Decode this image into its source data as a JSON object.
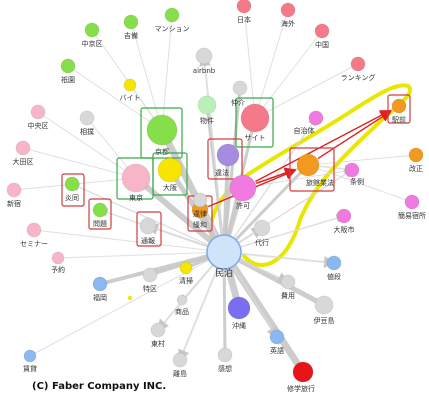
{
  "copyright": "(C) Faber Company INC.",
  "colors": {
    "center": "#cfe3fb",
    "edge": "#d8d8d8",
    "highlight_path": "#e9e600",
    "box_green": "#3aaa4a",
    "box_red": "#d03d3d",
    "arrow_red": "#e02020"
  },
  "nodes": [
    {
      "id": "minpaku",
      "label": "民泊",
      "color": "#cfe3fb",
      "role": "center"
    },
    {
      "id": "kyoto",
      "label": "京都",
      "color": "#86df4a",
      "box": "green"
    },
    {
      "id": "tokyo",
      "label": "東京",
      "color": "#f7b6c8",
      "box": "green"
    },
    {
      "id": "osaka",
      "label": "大阪",
      "color": "#f5e500",
      "box": "green"
    },
    {
      "id": "site",
      "label": "サイト",
      "color": "#f47a8a",
      "box": "green"
    },
    {
      "id": "ihou",
      "label": "違法",
      "color": "#a78bdf",
      "box": "red"
    },
    {
      "id": "kyoka",
      "label": "許可",
      "color": "#f07ae0"
    },
    {
      "id": "ryokan",
      "label": "旅館業法",
      "color": "#f29a1f",
      "box": "red"
    },
    {
      "id": "kanwa",
      "label": "緩和",
      "color": "#f29a1f",
      "box": "red"
    },
    {
      "id": "jourei",
      "label": "条例",
      "color": "#f07ae0"
    },
    {
      "id": "kaisei",
      "label": "改正",
      "color": "#f29a1f"
    },
    {
      "id": "kansei",
      "label": "簡易宿所",
      "color": "#f07ae0"
    },
    {
      "id": "osakashi",
      "label": "大阪市",
      "color": "#f07ae0"
    },
    {
      "id": "jichitai",
      "label": "自治体",
      "color": "#f07ae0"
    },
    {
      "id": "chukai",
      "label": "仲介",
      "color": "#d8d8d8"
    },
    {
      "id": "bukken",
      "label": "物件",
      "color": "#b8f0b8"
    },
    {
      "id": "airbnb",
      "label": "airbnb",
      "color": "#d8d8d8"
    },
    {
      "id": "baito",
      "label": "バイト",
      "color": "#f5e500"
    },
    {
      "id": "sakura",
      "label": "相撲",
      "color": "#d8d8d8"
    },
    {
      "id": "chuuo",
      "label": "中央区",
      "color": "#f7b6c8"
    },
    {
      "id": "ota",
      "label": "大田区",
      "color": "#f7b6c8"
    },
    {
      "id": "shinjuku",
      "label": "新宿",
      "color": "#f7b6c8"
    },
    {
      "id": "seminar",
      "label": "セミナー",
      "color": "#f7b6c8"
    },
    {
      "id": "yoyaku",
      "label": "予約",
      "color": "#f7b6c8"
    },
    {
      "id": "sumida",
      "label": "炎同",
      "color": "#86df4a",
      "box": "red"
    },
    {
      "id": "mondai",
      "label": "問題",
      "color": "#86df4a",
      "box": "red"
    },
    {
      "id": "tsukai",
      "label": "通報",
      "color": "#d8d8d8",
      "box": "red"
    },
    {
      "id": "suishin",
      "label": "違律",
      "color": "#d8d8d8",
      "box": "red"
    },
    {
      "id": "nodeJ",
      "label": "清掃",
      "color": "#f5e500"
    },
    {
      "id": "tokku",
      "label": "特区",
      "color": "#d8d8d8"
    },
    {
      "id": "fukuoka",
      "label": "福岡",
      "color": "#8ab8f0"
    },
    {
      "id": "chintai",
      "label": "賃貸",
      "color": "#8ab8f0"
    },
    {
      "id": "tomura",
      "label": "東村",
      "color": "#d8d8d8"
    },
    {
      "id": "ritou",
      "label": "離島",
      "color": "#d8d8d8"
    },
    {
      "id": "kansou",
      "label": "感想",
      "color": "#d8d8d8"
    },
    {
      "id": "okinawa",
      "label": "沖縄",
      "color": "#7a6df0"
    },
    {
      "id": "eigo",
      "label": "英語",
      "color": "#8ab8f0"
    },
    {
      "id": "shugaku",
      "label": "修学旅行",
      "color": "#e8141a"
    },
    {
      "id": "izu",
      "label": "伊豆島",
      "color": "#d8d8d8"
    },
    {
      "id": "hiyou",
      "label": "費用",
      "color": "#d8d8d8"
    },
    {
      "id": "nedan",
      "label": "値段",
      "color": "#8ab8f0"
    },
    {
      "id": "daikou",
      "label": "代行",
      "color": "#d8d8d8"
    },
    {
      "id": "chuukyou",
      "label": "中京区",
      "color": "#86df4a"
    },
    {
      "id": "shinshun",
      "label": "吉備",
      "color": "#86df4a"
    },
    {
      "id": "mansion",
      "label": "マンション",
      "color": "#86df4a"
    },
    {
      "id": "gion",
      "label": "祇園",
      "color": "#86df4a"
    },
    {
      "id": "nihon",
      "label": "日本",
      "color": "#f47a8a"
    },
    {
      "id": "kaigai",
      "label": "海外",
      "color": "#f47a8a"
    },
    {
      "id": "chugoku",
      "label": "中国",
      "color": "#f47a8a"
    },
    {
      "id": "ranking",
      "label": "ランキング",
      "color": "#f47a8a"
    },
    {
      "id": "shogyo",
      "label": "商品",
      "color": "#d8d8d8"
    },
    {
      "id": "eki",
      "label": "駅前",
      "color": "#f29a1f",
      "box": "red"
    }
  ]
}
